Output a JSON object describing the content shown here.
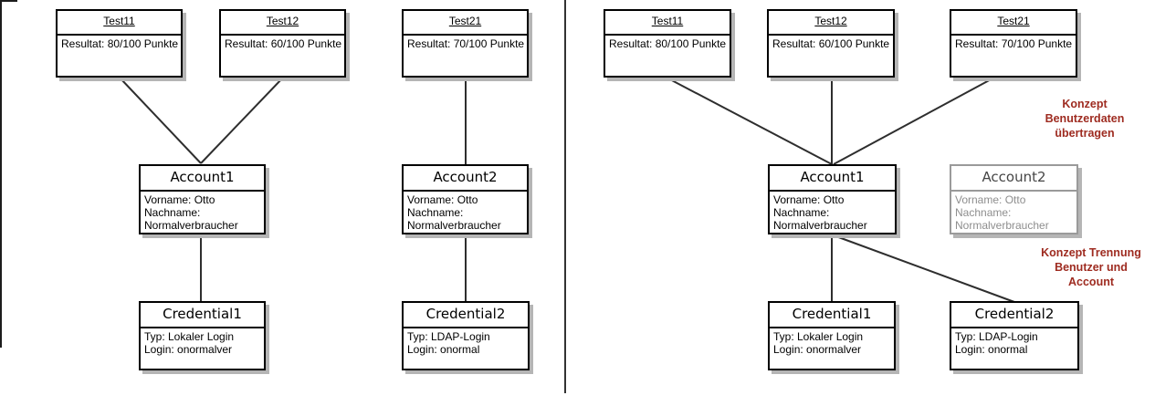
{
  "diagram": {
    "left": {
      "tests": [
        {
          "title": "Test11",
          "result": "Resultat: 80/100 Punkte"
        },
        {
          "title": "Test12",
          "result": "Resultat: 60/100 Punkte"
        },
        {
          "title": "Test21",
          "result": "Resultat: 70/100 Punkte"
        }
      ],
      "accounts": [
        {
          "title": "Account1",
          "line1": "Vorname: Otto",
          "line2": "Nachname:",
          "line3": "Normalverbraucher"
        },
        {
          "title": "Account2",
          "line1": "Vorname: Otto",
          "line2": "Nachname:",
          "line3": "Normalverbraucher"
        }
      ],
      "credentials": [
        {
          "title": "Credential1",
          "line1": "Typ: Lokaler Login",
          "line2": "Login: onormalver"
        },
        {
          "title": "Credential2",
          "line1": "Typ: LDAP-Login",
          "line2": "Login: onormal"
        }
      ]
    },
    "right": {
      "tests": [
        {
          "title": "Test11",
          "result": "Resultat: 80/100 Punkte"
        },
        {
          "title": "Test12",
          "result": "Resultat: 60/100 Punkte"
        },
        {
          "title": "Test21",
          "result": "Resultat: 70/100 Punkte"
        }
      ],
      "accounts": [
        {
          "title": "Account1",
          "line1": "Vorname: Otto",
          "line2": "Nachname:",
          "line3": "Normalverbraucher"
        },
        {
          "title": "Account2",
          "line1": "Vorname: Otto",
          "line2": "Nachname:",
          "line3": "Normalverbraucher"
        }
      ],
      "credentials": [
        {
          "title": "Credential1",
          "line1": "Typ: Lokaler Login",
          "line2": "Login: onormalver"
        },
        {
          "title": "Credential2",
          "line1": "Typ: LDAP-Login",
          "line2": "Login: onormal"
        }
      ]
    },
    "annotations": [
      {
        "text": "Konzept\nBenutzerdaten\nübertragen"
      },
      {
        "text": "Konzept Trennung\nBenutzer und\nAccount"
      }
    ],
    "colors": {
      "annotation": "#9e2b20",
      "line": "#2e2e2e",
      "shadow": "#b5b5b5",
      "box_border": "#000000",
      "muted_text": "#8e8e8e",
      "muted_border": "#9a9a9a",
      "muted_title": "#464646",
      "background": "#ffffff"
    }
  }
}
